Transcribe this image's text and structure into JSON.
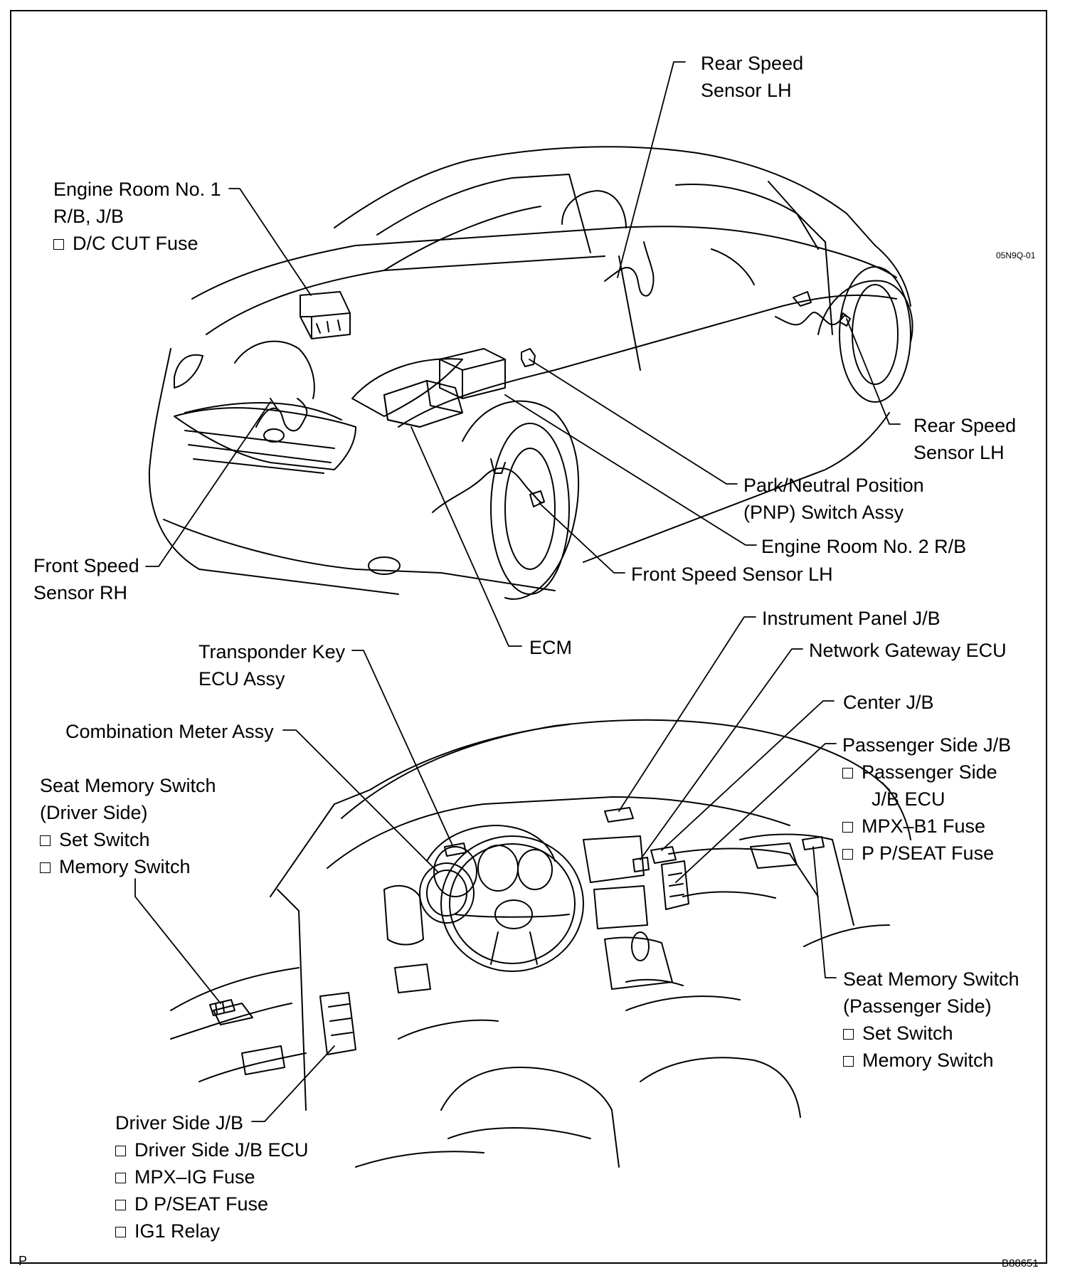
{
  "figure_code": "05N9Q-01",
  "page_letter": "P",
  "drawing_no": "B88651",
  "labels": {
    "engine_room_no1": [
      "Engine Room No. 1",
      "R/B, J/B"
    ],
    "engine_room_no1_items": [
      "D/C CUT Fuse"
    ],
    "rear_speed_top": [
      "Rear Speed",
      "Sensor LH"
    ],
    "rear_speed_right": [
      "Rear Speed",
      "Sensor LH"
    ],
    "pnp": [
      "Park/Neutral Position",
      "(PNP) Switch Assy"
    ],
    "engine_room_no2": "Engine Room No. 2 R/B",
    "front_speed_lh": "Front Speed Sensor LH",
    "front_speed_rh": [
      "Front Speed",
      "Sensor RH"
    ],
    "ecm": "ECM",
    "instrument_panel_jb": "Instrument Panel J/B",
    "network_gateway": "Network Gateway ECU",
    "transponder": [
      "Transponder Key",
      "ECU Assy"
    ],
    "center_jb": "Center J/B",
    "combination_meter": "Combination Meter Assy",
    "passenger_jb": "Passenger Side J/B",
    "passenger_jb_items": [
      "Passenger Side",
      "J/B ECU",
      "MPX–B1 Fuse",
      "P P/SEAT Fuse"
    ],
    "seat_mem_driver": [
      "Seat Memory Switch",
      "(Driver Side)"
    ],
    "seat_mem_driver_items": [
      "Set Switch",
      "Memory Switch"
    ],
    "seat_mem_passenger": [
      "Seat Memory Switch",
      "(Passenger Side)"
    ],
    "seat_mem_passenger_items": [
      "Set Switch",
      "Memory Switch"
    ],
    "driver_jb": "Driver Side J/B",
    "driver_jb_items": [
      "Driver Side J/B ECU",
      "MPX–IG Fuse",
      "D P/SEAT Fuse",
      "IG1 Relay"
    ]
  }
}
